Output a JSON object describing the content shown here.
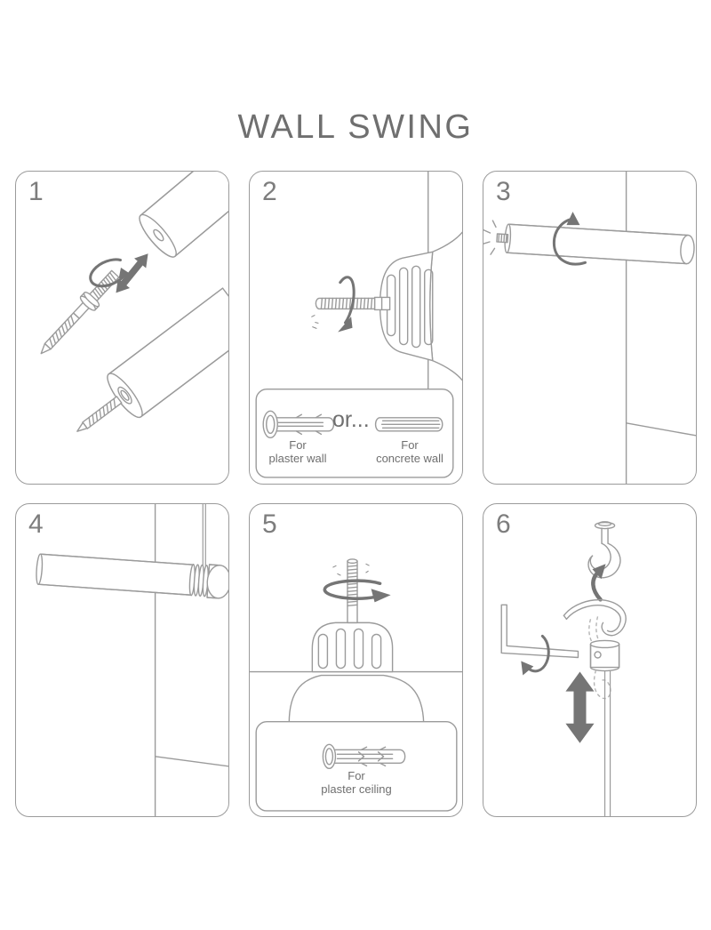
{
  "title": "WALL SWING",
  "colors": {
    "background": "#ffffff",
    "outline": "#9b9b9b",
    "arrow": "#757575",
    "label_text": "#6f6f6f",
    "number_text": "#7d7d7d",
    "title_text": "#6f6f6f"
  },
  "panels": {
    "p1": {
      "number": "1",
      "illustration": "hanger-bolt-screwed-into-wooden-rod"
    },
    "p2": {
      "number": "2",
      "illustration": "drill-driving-screw-into-wall",
      "inset": {
        "left_label": [
          "For",
          "plaster wall"
        ],
        "separator": "or...",
        "right_label": [
          "For",
          "concrete wall"
        ]
      }
    },
    "p3": {
      "number": "3",
      "illustration": "rod-screwed-onto-wall-stud"
    },
    "p4": {
      "number": "4",
      "illustration": "rod-mounted-with-hanging-cord"
    },
    "p5": {
      "number": "5",
      "illustration": "drill-driving-hook-screw-into-ceiling",
      "inset": {
        "label": [
          "For",
          "plaster ceiling"
        ]
      }
    },
    "p6": {
      "number": "6",
      "illustration": "hang-cord-hook-on-ceiling-hook-and-adjust-height"
    }
  }
}
